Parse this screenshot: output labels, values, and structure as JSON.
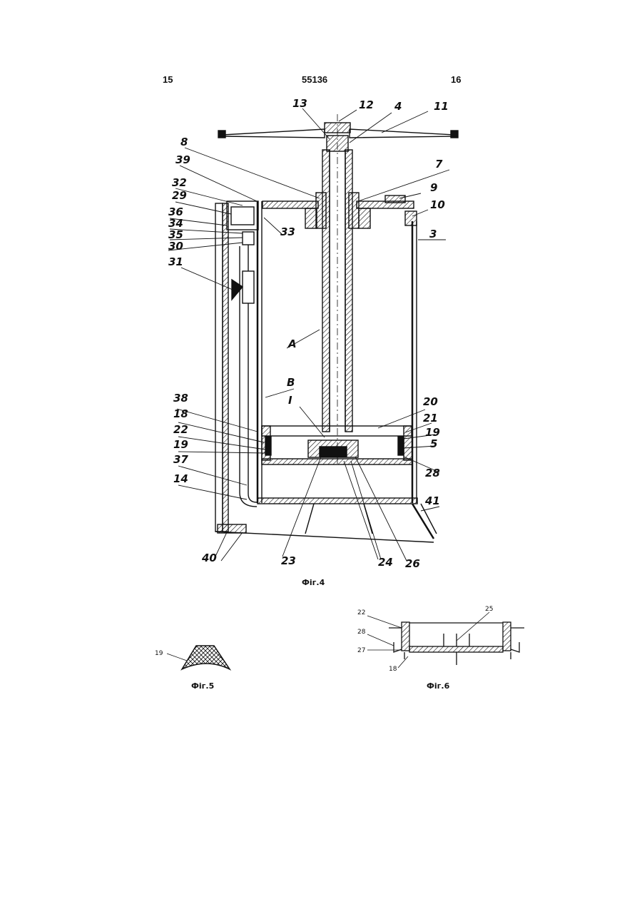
{
  "header": {
    "left_page": "15",
    "patent_number": "55136",
    "right_page": "16"
  },
  "figures": {
    "fig4": {
      "caption": "Фіг.4",
      "labels": [
        "13",
        "12",
        "4",
        "11",
        "8",
        "39",
        "7",
        "32",
        "29",
        "9",
        "10",
        "36",
        "34",
        "35",
        "30",
        "33",
        "3",
        "31",
        "A",
        "B",
        "38",
        "I",
        "20",
        "21",
        "18",
        "19",
        "22",
        "5",
        "19",
        "37",
        "28",
        "14",
        "41",
        "40",
        "23",
        "24",
        "26"
      ]
    },
    "fig5": {
      "caption": "Фіг.5",
      "labels": [
        "19"
      ]
    },
    "fig6": {
      "caption": "Фіг.6",
      "labels": [
        "22",
        "25",
        "28",
        "27",
        "18"
      ]
    }
  }
}
